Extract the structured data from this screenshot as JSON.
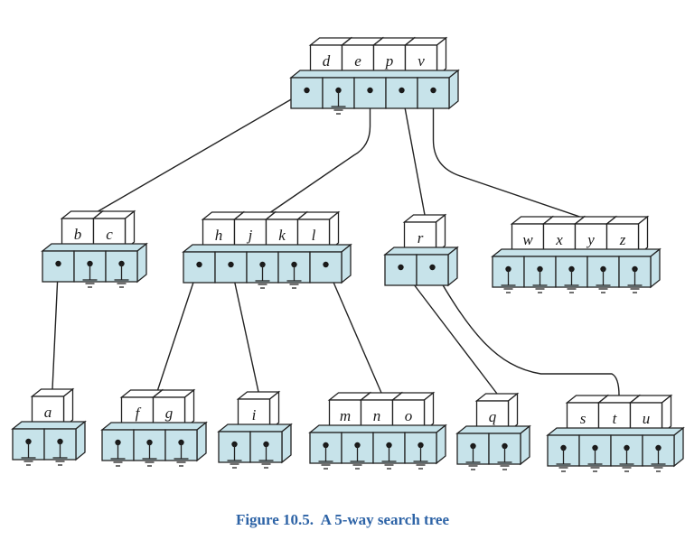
{
  "diagram": {
    "caption": "Figure 10.5.  A 5-way search tree",
    "colors": {
      "key_box": "#ffffff",
      "pointer_box": "#c7e3ea",
      "outline": "#222222",
      "caption": "#2d63a6"
    },
    "nodes": [
      {
        "id": "root",
        "keys": [
          "d",
          "e",
          "p",
          "v"
        ],
        "null_pointers": [
          1
        ]
      },
      {
        "id": "node-bc",
        "keys": [
          "b",
          "c"
        ],
        "null_pointers": [
          1,
          2
        ]
      },
      {
        "id": "node-hjkl",
        "keys": [
          "h",
          "j",
          "k",
          "l"
        ],
        "null_pointers": [
          2,
          3
        ]
      },
      {
        "id": "node-r",
        "keys": [
          "r"
        ],
        "null_pointers": []
      },
      {
        "id": "node-wxyz",
        "keys": [
          "w",
          "x",
          "y",
          "z"
        ],
        "null_pointers": [
          0,
          1,
          2,
          3,
          4
        ]
      },
      {
        "id": "node-a",
        "keys": [
          "a"
        ],
        "null_pointers": [
          0,
          1
        ]
      },
      {
        "id": "node-fg",
        "keys": [
          "f",
          "g"
        ],
        "null_pointers": [
          0,
          1,
          2
        ]
      },
      {
        "id": "node-i",
        "keys": [
          "i"
        ],
        "null_pointers": [
          0,
          1
        ]
      },
      {
        "id": "node-mno",
        "keys": [
          "m",
          "n",
          "o"
        ],
        "null_pointers": [
          0,
          1,
          2,
          3
        ]
      },
      {
        "id": "node-q",
        "keys": [
          "q"
        ],
        "null_pointers": [
          0,
          1
        ]
      },
      {
        "id": "node-stu",
        "keys": [
          "s",
          "t",
          "u"
        ],
        "null_pointers": [
          0,
          1,
          2,
          3
        ]
      }
    ],
    "edges": [
      {
        "from": "root",
        "pointer": 0,
        "to": "node-bc"
      },
      {
        "from": "root",
        "pointer": 2,
        "to": "node-hjkl"
      },
      {
        "from": "root",
        "pointer": 3,
        "to": "node-r"
      },
      {
        "from": "root",
        "pointer": 4,
        "to": "node-wxyz"
      },
      {
        "from": "node-bc",
        "pointer": 0,
        "to": "node-a"
      },
      {
        "from": "node-hjkl",
        "pointer": 0,
        "to": "node-fg"
      },
      {
        "from": "node-hjkl",
        "pointer": 1,
        "to": "node-i"
      },
      {
        "from": "node-hjkl",
        "pointer": 4,
        "to": "node-mno"
      },
      {
        "from": "node-r",
        "pointer": 0,
        "to": "node-q"
      },
      {
        "from": "node-r",
        "pointer": 1,
        "to": "node-stu"
      }
    ]
  }
}
